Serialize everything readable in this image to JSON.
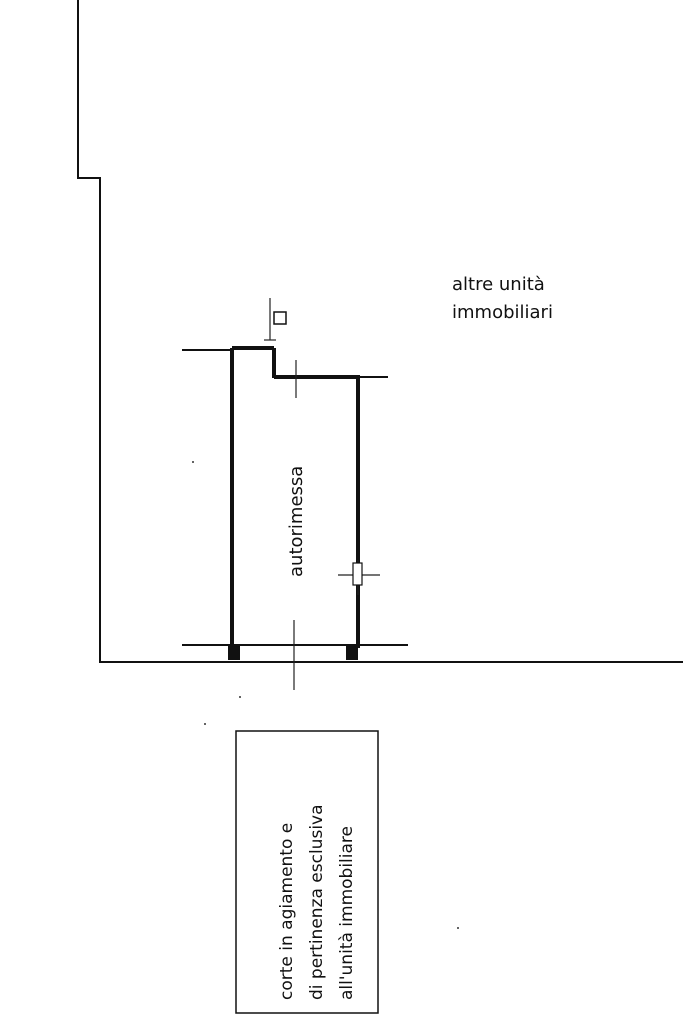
{
  "labels": {
    "other_units_line1": "altre unità",
    "other_units_line2": "immobiliari",
    "garage": "autorimessa",
    "courtyard_line1": "corte in agiamento e",
    "courtyard_line2": "di pertinenza esclusiva",
    "courtyard_line3": "all'unità immobiliare"
  }
}
